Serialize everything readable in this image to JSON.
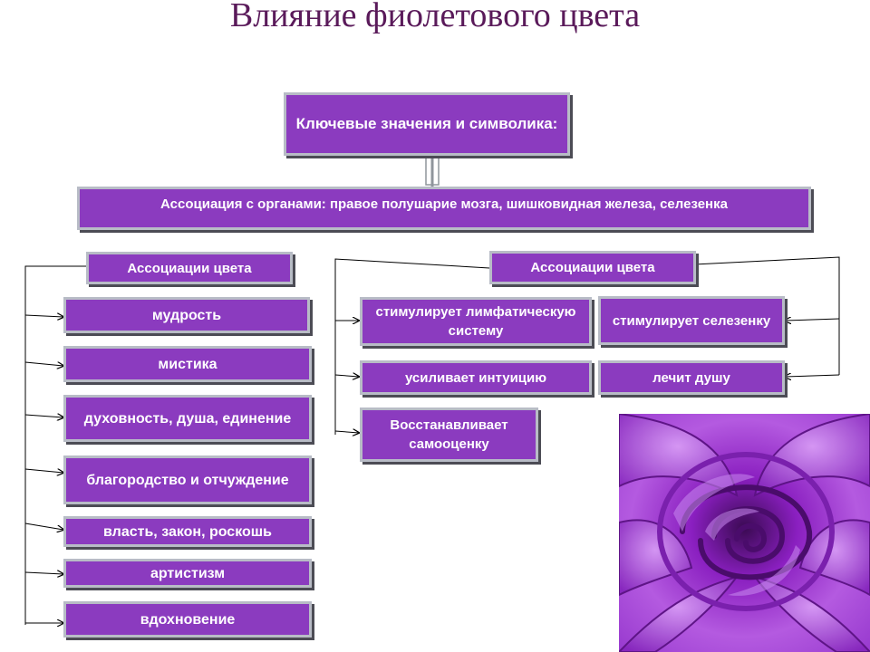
{
  "title": "Влияние фиолетового цвета",
  "key_box": "Ключевые значения и символика:",
  "organs_box": "Ассоциация с органами: правое полушарие мозга, шишковидная железа,  селезенка",
  "left_header": "Ассоциации цвета",
  "right_header": "Ассоциации цвета",
  "left_items": [
    "мудрость",
    "мистика",
    "духовность, душа, единение",
    "благородство и отчуждение",
    "власть, закон, роскошь",
    "артистизм",
    "вдохновение"
  ],
  "right_items": {
    "lymph": "стимулирует лимфатическую систему",
    "spleen": "стимулирует селезенку",
    "intuition": "усиливает интуицию",
    "soul": "лечит душу",
    "selfesteem": "Восстанавливает самооценку"
  },
  "colors": {
    "box_fill": "#8b3bbf",
    "box_border": "#b8bcc6",
    "title": "#5a1a5a",
    "line": "#000000"
  },
  "image": "purple-rose"
}
